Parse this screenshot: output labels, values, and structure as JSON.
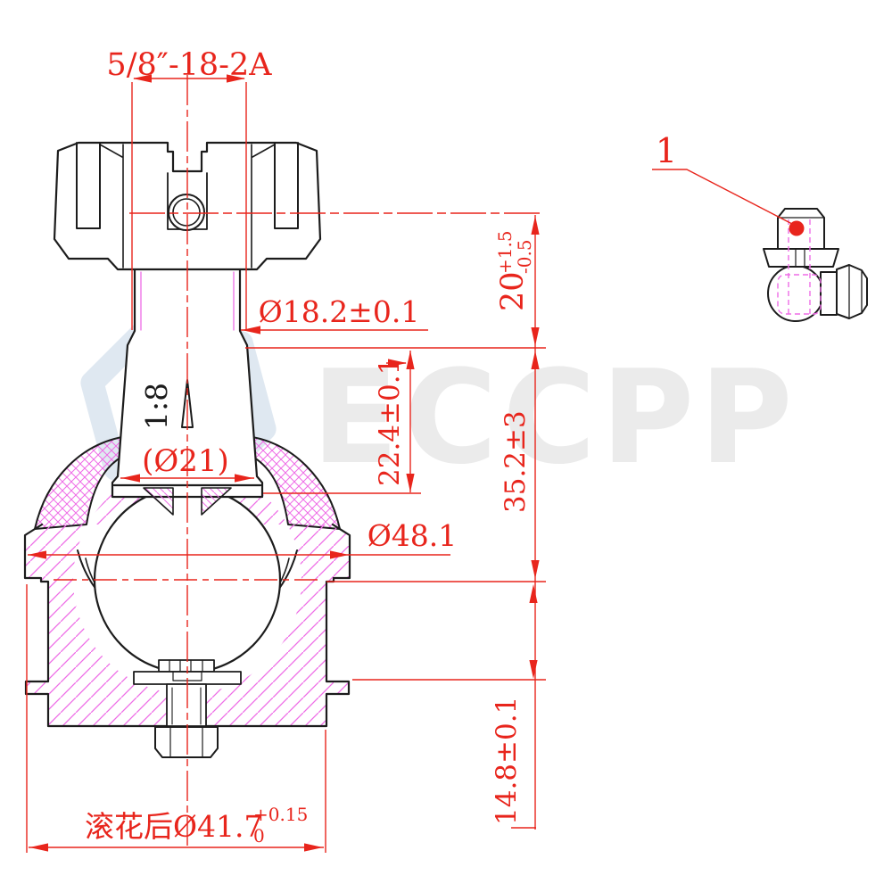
{
  "watermark": {
    "brand": "ECCPP"
  },
  "detail": {
    "callout": "1"
  },
  "dims": {
    "thread": "5/8″-18-2A",
    "shank_dia": "Ø18.2±0.1",
    "taper": "1:8",
    "stud_dia": "(Ø21)",
    "upper_h": "22.4±0.1",
    "mid_h": "35.2±3",
    "thread_len": "20",
    "thread_tol_up": "+1.5",
    "thread_tol_dn": "-0.5",
    "housing_dia": "Ø48.1",
    "lower_h": "14.8±0.1",
    "knurl": "滚花后Ø41.7",
    "knurl_tol_up": "+0.15",
    "knurl_tol_dn": "0"
  },
  "colors": {
    "dimension_red": "#e8251c",
    "hatch_magenta": "#ee6ce6",
    "outline_black": "#1c1c1c",
    "watermark_gray": "#ebebeb",
    "logo_blue": "#dfe8f1",
    "detail_dot_red": "#e8251c"
  }
}
